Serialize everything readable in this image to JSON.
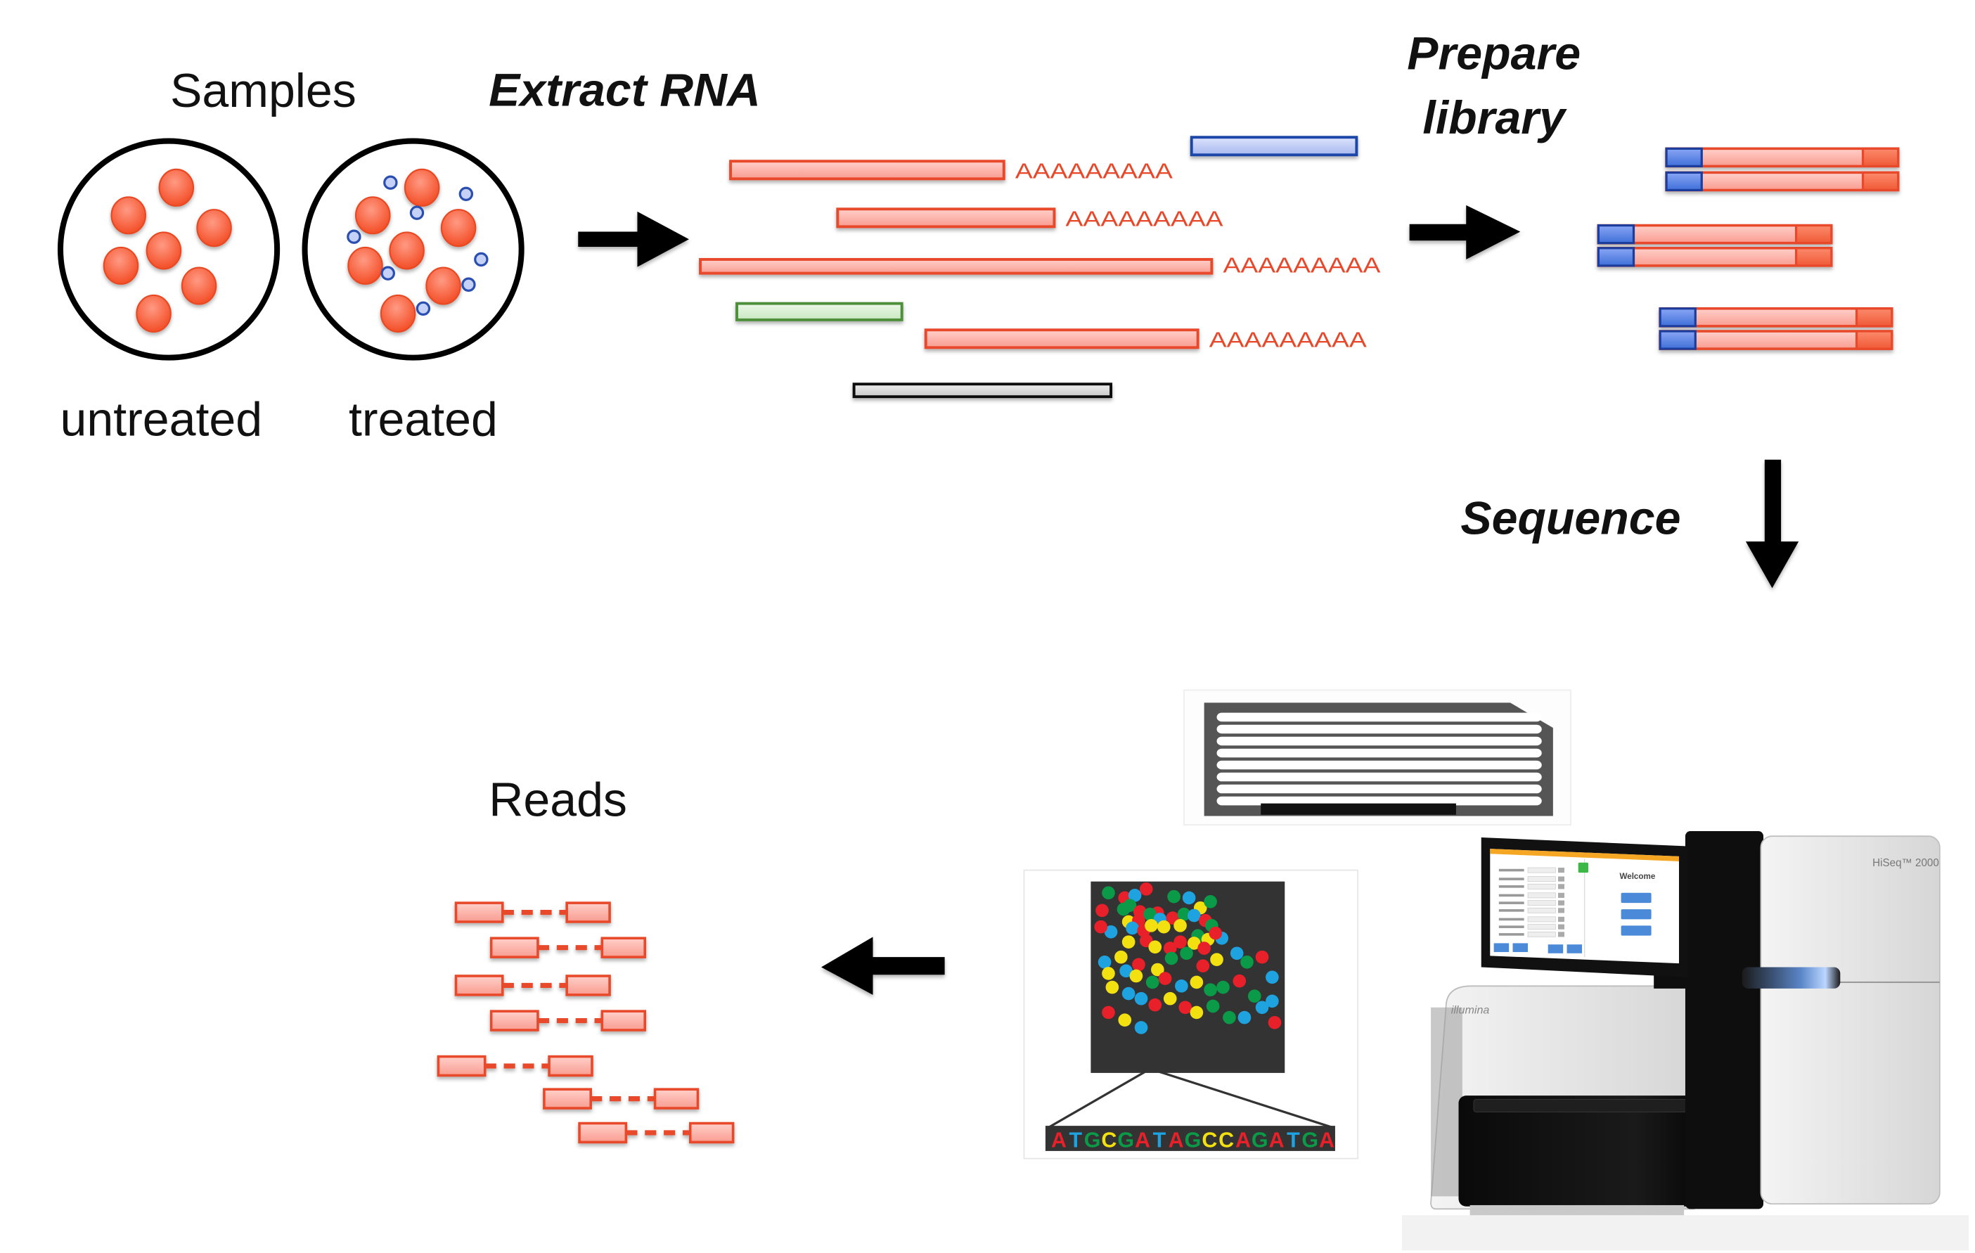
{
  "labels": {
    "samples": "Samples",
    "untreated": "untreated",
    "treated": "treated",
    "extract_rna": "Extract RNA",
    "prepare_library_line1": "Prepare",
    "prepare_library_line2": "library",
    "sequence": "Sequence",
    "reads": "Reads"
  },
  "rna": {
    "polya_tail": "AAAAAAAAA",
    "molecules": [
      {
        "type": "mRNA",
        "color": "red",
        "tail": true
      },
      {
        "type": "mRNA",
        "color": "red",
        "tail": true
      },
      {
        "type": "mRNA",
        "color": "red",
        "tail": true
      },
      {
        "type": "mRNA",
        "color": "red",
        "tail": true
      },
      {
        "type": "other-RNA",
        "color": "blue",
        "tail": false
      },
      {
        "type": "other-RNA",
        "color": "green",
        "tail": false
      },
      {
        "type": "other-RNA",
        "color": "gray",
        "tail": false
      }
    ]
  },
  "library": {
    "fragment_pairs": 3,
    "adapter_left_color": "#3f6fd8",
    "adapter_right_color": "#f05a36"
  },
  "sequencer": {
    "brand": "illumina",
    "model": "HiSeq™ 2000",
    "screen_title": "Welcome"
  },
  "basecalls": {
    "sequence": "ATGCGATAGCCAGATGA",
    "base_colors": {
      "A": "#e8202a",
      "T": "#1ea2e0",
      "G": "#0b9a48",
      "C": "#f2e010"
    },
    "cluster_colors": [
      "G",
      "A",
      "T",
      "A",
      "A",
      "G",
      "T",
      "C",
      "G",
      "A",
      "G",
      "G",
      "A",
      "C",
      "A",
      "G",
      "T",
      "A",
      "G",
      "T",
      "A",
      "T",
      "T",
      "A",
      "C",
      "C",
      "C",
      "G",
      "G",
      "T",
      "A",
      "C",
      "A",
      "C",
      "A",
      "A",
      "C",
      "C",
      "A",
      "A",
      "T",
      "C",
      "A",
      "C",
      "G",
      "G",
      "A",
      "C",
      "T",
      "G",
      "A",
      "T",
      "C",
      "T",
      "C",
      "G",
      "A",
      "T",
      "C",
      "G",
      "G",
      "A",
      "G",
      "T",
      "C",
      "T",
      "T",
      "A",
      "C",
      "A",
      "C",
      "G",
      "G",
      "T",
      "T",
      "A",
      "A",
      "C",
      "T"
    ]
  },
  "reads": {
    "count": 7
  },
  "colors": {
    "red_fill": "#fbb4ac",
    "red_stroke": "#e8482a",
    "cell_red": "#f35a3a",
    "cell_blue": "#2a4fb0",
    "blue_fill": "#c0ccf5",
    "blue_stroke": "#1d47a8",
    "green_fill": "#d8f0d2",
    "green_stroke": "#4e8f3a",
    "gray_fill": "#d9d9d9",
    "gray_stroke": "#111111",
    "arrow": "#000000"
  }
}
